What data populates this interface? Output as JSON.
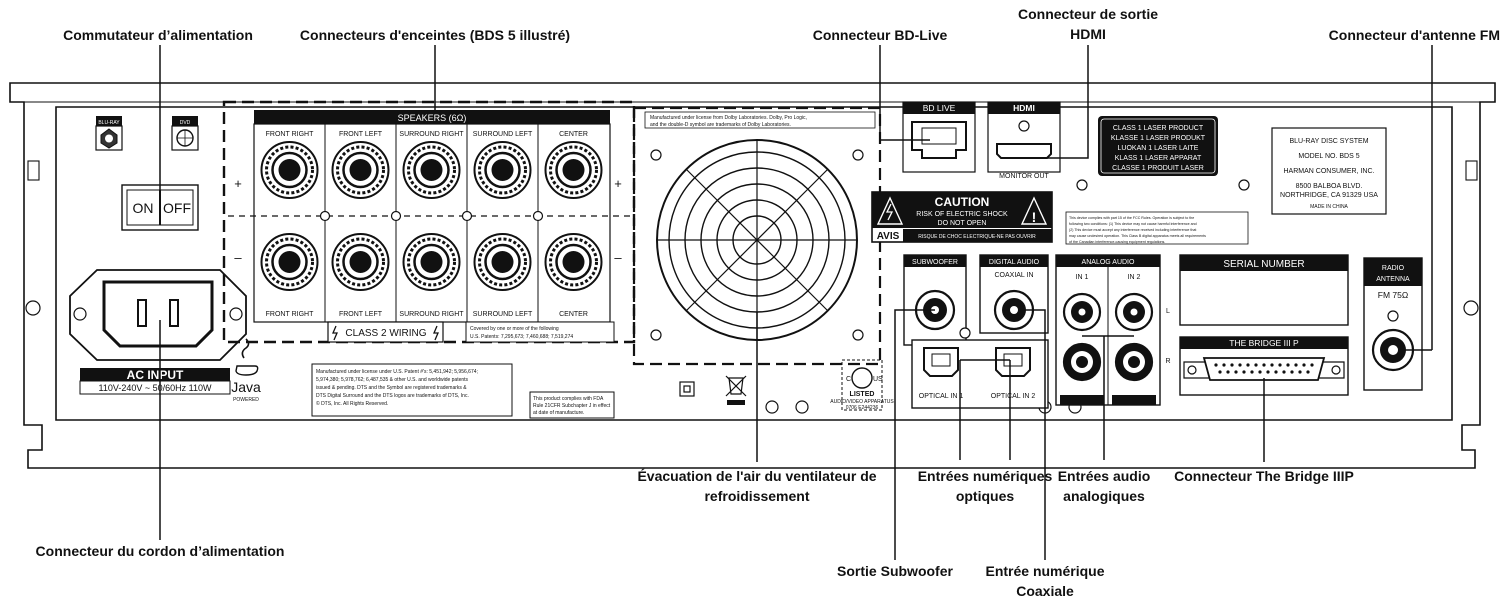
{
  "callouts": {
    "power_switch": "Commutateur d’alimentation",
    "speaker_connectors": "Connecteurs d'enceintes (BDS 5 illustré)",
    "bd_live": "Connecteur BD-Live",
    "hdmi_out_line1": "Connecteur de sortie",
    "hdmi_out_line2": "HDMI",
    "fm_antenna": "Connecteur d'antenne FM",
    "power_cord": "Connecteur du cordon d’alimentation",
    "fan_line1": "Évacuation de l'air du ventilateur de",
    "fan_line2": "refroidissement",
    "optical_line1": "Entrées numériques",
    "optical_line2": "optiques",
    "analog_line1": "Entrées audio",
    "analog_line2": "analogiques",
    "bridge": "Connecteur The Bridge IIIP",
    "subwoofer_out": "Sortie Subwoofer",
    "coax_line1": "Entrée numérique",
    "coax_line2": "Coaxiale"
  },
  "panel": {
    "bluray_logo": "BLU-RAY",
    "dvd_logo": "DVD",
    "switch_on": "ON",
    "switch_off": "OFF",
    "speakers_header": "SPEAKERS (6Ω)",
    "speaker_channels": [
      "FRONT RIGHT",
      "FRONT LEFT",
      "SURROUND RIGHT",
      "SURROUND LEFT",
      "CENTER"
    ],
    "plus": "+",
    "minus": "–",
    "class2": "CLASS 2 WIRING",
    "patents_line1": "Covered by one or more of the following",
    "patents_line2": "U.S. Patents: 7,295,673; 7,460,688; 7,519,274",
    "dolby_line1": "Manufactured under license from Dolby Laboratories. Dolby, Pro Logic,",
    "dolby_line2": "and the double-D symbol are trademarks of Dolby Laboratories.",
    "ac_input_title": "AC INPUT",
    "ac_input_rating": "110V-240V ~ 50/60Hz 110W",
    "java": "Java",
    "java_powered": "POWERED",
    "dts_lines": [
      "Manufactured under license under U.S. Patent #'s: 5,451,942; 5,956,674;",
      "5,974,380; 5,978,762; 6,487,535 & other U.S. and worldwide patents",
      "issued & pending. DTS and the Symbol are registered trademarks &",
      "DTS Digital Surround and the DTS logos are trademarks of DTS, Inc.",
      "© DTS, Inc. All Rights Reserved."
    ],
    "fda_lines": [
      "This product complies with FDA",
      "Rule 21CFR Subchapter J in effect",
      "at date of manufacture."
    ],
    "bd_live_label": "BD LIVE",
    "hdmi_logo": "HDMI",
    "monitor_out": "MONITOR OUT",
    "laser_lines": [
      "CLASS 1 LASER PRODUCT",
      "KLASSE 1 LASER PRODUKT",
      "LUOKAN 1 LASER LAITE",
      "KLASS 1 LASER APPARAT",
      "CLASSE 1 PRODUIT LASER"
    ],
    "model_lines": [
      "BLU-RAY DISC SYSTEM",
      "MODEL NO. BDS 5",
      "HARMAN CONSUMER, INC.",
      "8500 BALBOA BLVD.",
      "NORTHRIDGE, CA 91329 USA",
      "MADE IN CHINA"
    ],
    "caution_title": "CAUTION",
    "caution_line1": "RISK OF ELECTRIC SHOCK",
    "caution_line2": "DO NOT OPEN",
    "avis": "AVIS",
    "avis_text": "RISQUE DE CHOC ELECTRIQUE-NE PAS OUVRIR",
    "fcc_lines": [
      "This device complies with part 15 of the FCC Rules. Operation is subject to the",
      "following two conditions: (1) This device may not cause harmful interference and",
      "(2) This device must accept any interference received including interference that",
      "may cause undesired operation. This Class B digital apparatus meets all requirements",
      "of the Canadian interference-causing equipment regulations."
    ],
    "subwoofer": "SUBWOOFER",
    "digital_audio": "DIGITAL AUDIO",
    "coaxial_in": "COAXIAL IN",
    "optical_in_1": "OPTICAL IN 1",
    "optical_in_2": "OPTICAL IN 2",
    "analog_audio": "ANALOG AUDIO",
    "in_1": "IN 1",
    "in_2": "IN 2",
    "l": "L",
    "r": "R",
    "serial_number": "SERIAL NUMBER",
    "bridge_label": "THE BRIDGE III P",
    "radio_antenna_1": "RADIO",
    "radio_antenna_2": "ANTENNA",
    "fm_impedance": "FM 75Ω",
    "ul_c": "C",
    "ul_us": "US",
    "ul_listed": "LISTED",
    "ul_line1": "AUDIO/VIDEO APPARATUS",
    "ul_line2": "0706 E244236"
  }
}
